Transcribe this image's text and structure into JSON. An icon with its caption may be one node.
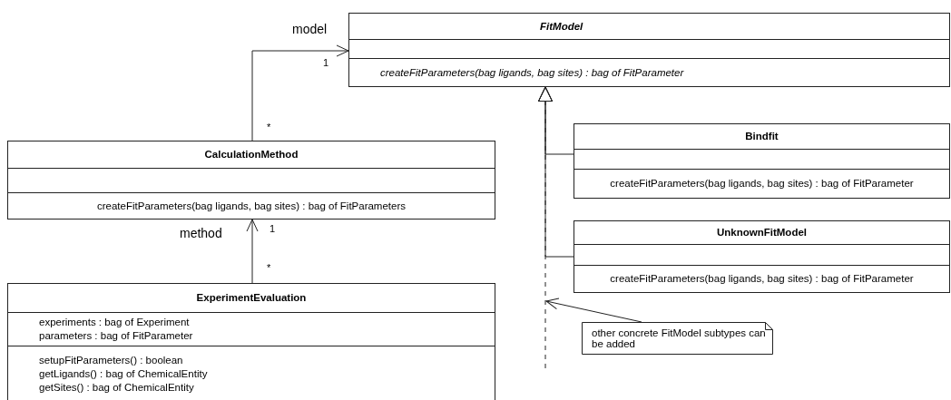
{
  "diagram": {
    "nodes": [
      {
        "text": [
          "FitModel",
          "createFitParameters(bag ligands, bag sites) : bag of FitParameter"
        ]
      },
      {
        "text": [
          "Bindfit",
          "createFitParameters(bag ligands, bag sites) : bag of FitParameter"
        ]
      },
      {
        "text": [
          "CalculationMethod",
          "createFitParameters(bag ligands, bag sites) : bag of FitParameters"
        ]
      },
      {
        "text": [
          "UnknownFitModel",
          "createFitParameters(bag ligands, bag sites) : bag of FitParameter"
        ]
      },
      {
        "text": [
          "ExperimentEvaluation",
          "experiments : bag of Experiment",
          "parameters : bag of FitParameter",
          "setupFitParameters() : boolean",
          "getLigands() : bag of ChemicalEntity",
          "getSites() : bag of ChemicalEntity"
        ]
      },
      {
        "text": [
          "other concrete FitModel subtypes can be added"
        ]
      }
    ],
    "edges": [
      {
        "from": 2,
        "to": 0,
        "arrow": "to",
        "label": "model"
      },
      {
        "from": 4,
        "to": 2,
        "arrow": "to",
        "label": "method"
      },
      {
        "from": 1,
        "to": 0,
        "arrow": "to"
      },
      {
        "from": 3,
        "to": 0,
        "arrow": "to"
      },
      {
        "from": null,
        "to": 0,
        "arrow": "to",
        "style": "dashed"
      },
      {
        "from": 5,
        "to": null,
        "arrow": "to"
      }
    ],
    "labels": [
      "1",
      "*",
      "1",
      "*"
    ]
  }
}
